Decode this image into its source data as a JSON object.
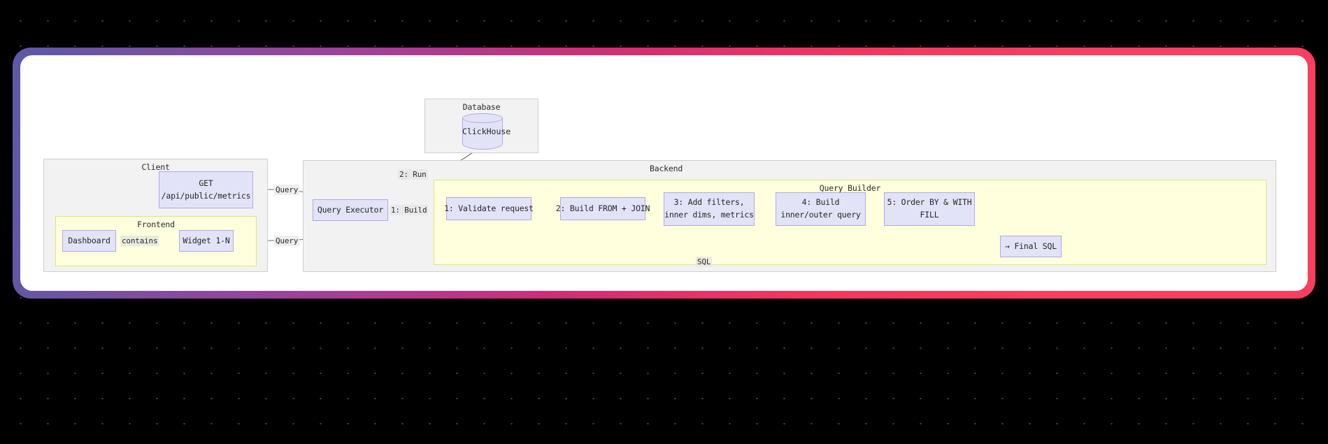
{
  "background": {
    "color": "#000000",
    "dot_color": "#4a4a4a"
  },
  "frame": {
    "gradient_start": "#5a5aa8",
    "gradient_mid": "#a2409a",
    "gradient_end": "#f93e60",
    "canvas_color": "#ffffff"
  },
  "clusters": {
    "client": {
      "title": "Client"
    },
    "frontend": {
      "title": "Frontend"
    },
    "database": {
      "title": "Database"
    },
    "backend": {
      "title": "Backend"
    },
    "query_builder": {
      "title": "Query Builder"
    }
  },
  "nodes": {
    "get_endpoint": {
      "line1": "GET",
      "line2": "/api/public/metrics"
    },
    "dashboard": {
      "line1": "Dashboard"
    },
    "widget": {
      "line1": "Widget 1-N"
    },
    "clickhouse": {
      "label": "ClickHouse"
    },
    "query_executor": {
      "line1": "Query Executor"
    },
    "step1": {
      "line1": "1: Validate request"
    },
    "step2": {
      "line1": "2: Build FROM + JOIN"
    },
    "step3": {
      "line1": "3: Add filters,",
      "line2": "inner dims, metrics"
    },
    "step4": {
      "line1": "4: Build",
      "line2": "inner/outer query"
    },
    "step5": {
      "line1": "5: Order BY & WITH",
      "line2": "FILL"
    },
    "final_sql": {
      "line1": "→ Final SQL"
    }
  },
  "edge_labels": {
    "contains": "contains",
    "query_top": "Query",
    "query_bottom": "Query",
    "run": "2: Run",
    "build": "1: Build",
    "sql": "SQL"
  },
  "diagram_data": {
    "type": "flow-diagram",
    "flow": [
      {
        "from": "GET /api/public/metrics",
        "to": "Query Executor",
        "label": "Query"
      },
      {
        "from": "Widget 1-N",
        "to": "Query Executor",
        "label": "Query"
      },
      {
        "from": "Dashboard",
        "to": "Widget 1-N",
        "label": "contains"
      },
      {
        "from": "Query Executor",
        "to": "1: Validate request",
        "label": "1: Build"
      },
      {
        "from": "1: Validate request",
        "to": "2: Build FROM + JOIN",
        "label": ""
      },
      {
        "from": "2: Build FROM + JOIN",
        "to": "3: Add filters, inner dims, metrics",
        "label": ""
      },
      {
        "from": "3: Add filters, inner dims, metrics",
        "to": "4: Build inner/outer query",
        "label": ""
      },
      {
        "from": "4: Build inner/outer query",
        "to": "5: Order BY & WITH FILL",
        "label": ""
      },
      {
        "from": "5: Order BY & WITH FILL",
        "to": "→ Final SQL",
        "label": ""
      },
      {
        "from": "→ Final SQL",
        "to": "Query Executor",
        "label": "SQL"
      },
      {
        "from": "Query Executor",
        "to": "ClickHouse",
        "label": "2: Run"
      }
    ]
  }
}
